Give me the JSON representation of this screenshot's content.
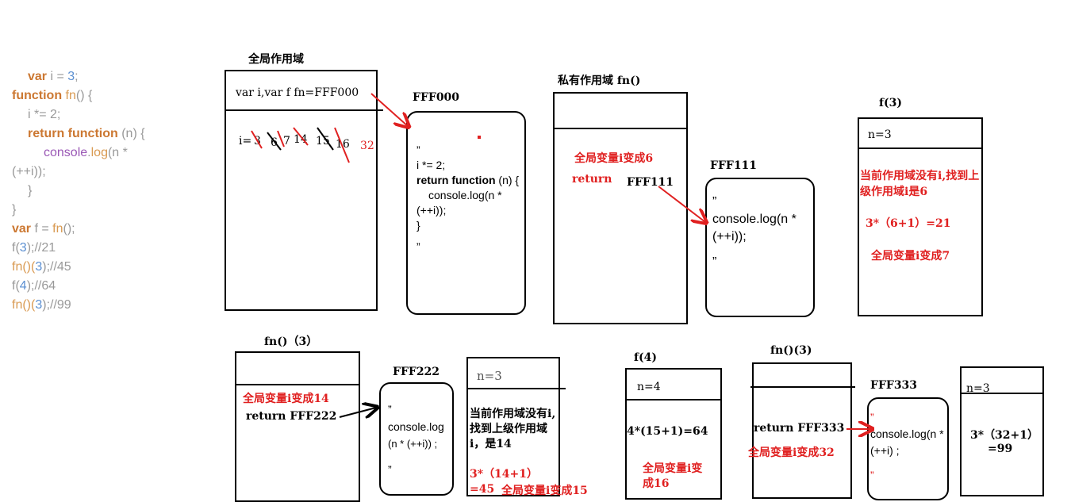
{
  "code": {
    "l1_kw": "var",
    "l1_rest": " i = ",
    "l1_num": "3",
    "l1_end": ";",
    "l2_kw": "function",
    "l2_name": " fn",
    "l2_rest": "() {",
    "l3": "i *= 2;",
    "l4_kw": "return function",
    "l4_rest": " (n) {",
    "l5_obj": "console",
    "l5_dot": ".",
    "l5_log": "log",
    "l5_rest": "(n *",
    "l6": "(++i));",
    "l7": "}",
    "l8": "}",
    "l9_kw": "var",
    "l9_rest": " f = ",
    "l9_fn": "fn",
    "l9_end": "();",
    "l10_a": "f(",
    "l10_num": "3",
    "l10_b": ");//21",
    "l11_a": "fn()(",
    "l11_num": "3",
    "l11_b": ");//45",
    "l12_a": "f(",
    "l12_num": "4",
    "l12_b": ");//64",
    "l13_a": "fn()(",
    "l13_num": "3",
    "l13_b": ");//99"
  },
  "global": {
    "title": "全局作用域",
    "header": "var i,var f  fn=FFF000",
    "i_label": "i=",
    "i_values": [
      "3",
      "6",
      "7",
      "14",
      "15",
      "16",
      "32"
    ]
  },
  "fff000": {
    "label": "FFF000",
    "open_quote": "”",
    "line1": "i *= 2;",
    "line2_kw": "return function",
    "line2_rest": " (n) {",
    "line3": "console.log(n *",
    "line4": "(++i));",
    "line5": "}",
    "close_quote": "”"
  },
  "private": {
    "title": "私有作用域 fn()",
    "note": "全局变量i变成6",
    "return_kw": "return",
    "return_val": "FFF111"
  },
  "fff111": {
    "label": "FFF111",
    "open_quote": "”",
    "line1": "console.log(n *",
    "line2": "(++i));",
    "close_quote": "”"
  },
  "f3": {
    "title": "f(3)",
    "header": "n=3",
    "note": "当前作用域没有i,找到上级作用域i是6",
    "calc": "3*（6+1）=21",
    "result": "全局变量i变成7"
  },
  "fn3a": {
    "title": "fn()（3）",
    "note": "全局变量i变成14",
    "return_text": "return FFF222"
  },
  "fff222": {
    "label": "FFF222",
    "open_quote": "”",
    "line1": "console.log",
    "line2": "(n * (++i)) ;",
    "close_quote": "”"
  },
  "n3box": {
    "header": "n=3",
    "note": "当前作用域没有i,找到上级作用域i，是14",
    "calc": "3*（14+1）=45",
    "result": "全局变量i变成15"
  },
  "f4": {
    "title": "f(4)",
    "header": "n=4",
    "calc": "4*(15+1)=64",
    "result": "全局变量i变成16"
  },
  "fn3b": {
    "title": "fn()(3)",
    "return_text": "return FFF333",
    "note": "全局变量i变成32"
  },
  "fff333": {
    "label": "FFF333",
    "open_quote": "”",
    "line1": "console.log(n *",
    "line2": "(++i) ;",
    "close_quote": "”"
  },
  "last": {
    "header": "n=3",
    "calc1": "3*（32+1）",
    "calc2": "=99"
  }
}
